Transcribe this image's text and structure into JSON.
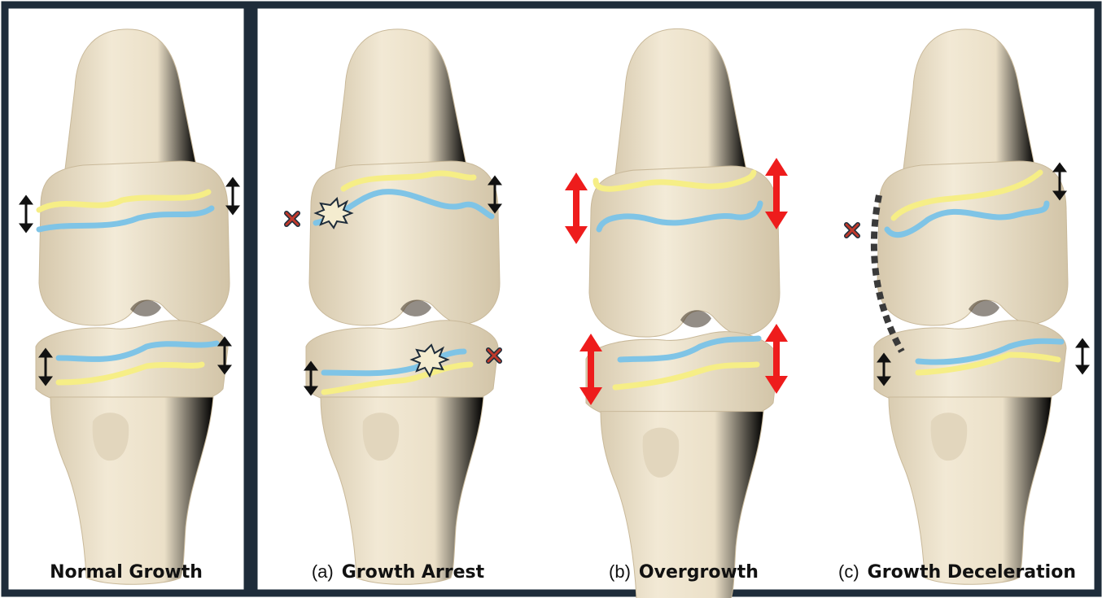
{
  "panels": [
    {
      "key": "normal",
      "tag": "",
      "title": "Normal Growth"
    },
    {
      "key": "arrest",
      "tag": "(a)",
      "title": "Growth Arrest"
    },
    {
      "key": "over",
      "tag": "(b)",
      "title": "Overgrowth"
    },
    {
      "key": "decel",
      "tag": "(c)",
      "title": "Growth Deceleration"
    }
  ],
  "colors": {
    "frame": "#1e2c3a",
    "bone": "#ece1cb",
    "bone_shade": "#d7c9ad",
    "physis_yellow": "#f6ee86",
    "physis_blue": "#7fc4e6",
    "arrow_normal": "#111111",
    "arrow_over": "#ee1c1c",
    "cross": "#c0392b",
    "cross_outline": "#1e2c3a",
    "bar": "#f4eccf",
    "tether": "#3a3a3a"
  }
}
